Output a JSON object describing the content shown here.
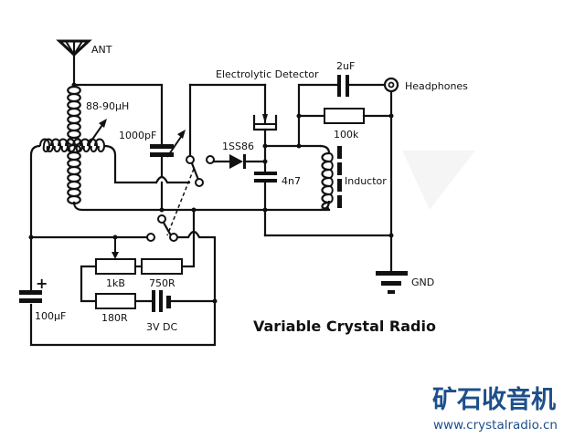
{
  "title": "Variable Crystal Radio",
  "labels": {
    "antenna": "ANT",
    "coil": "88-90µH",
    "tuning_cap": "1000pF",
    "detector": "Electrolytic Detector",
    "diode": "1SS86",
    "cap_4n7": "4n7",
    "inductor": "Inductor",
    "cap_2uf": "2uF",
    "resistor_100k": "100k",
    "headphones": "Headphones",
    "ground": "GND",
    "pot": "1kB",
    "resistor_750": "750R",
    "resistor_180": "180R",
    "battery": "3V  DC",
    "electrolytic_cap": "100µF",
    "plus_sign": "+"
  },
  "logo": {
    "chinese": "矿石收音机",
    "url": "www.crystalradio.cn",
    "color": "#1d4f8a"
  }
}
